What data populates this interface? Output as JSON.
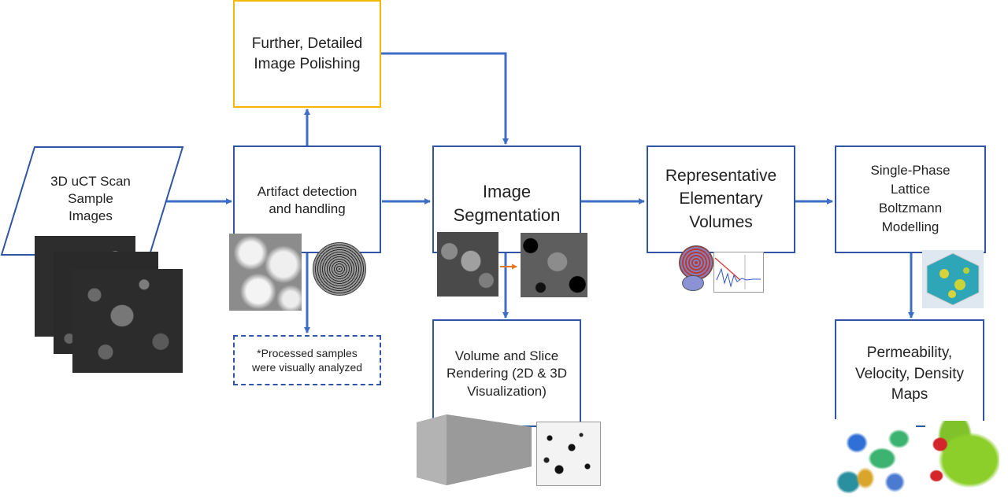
{
  "nodes": {
    "scan": "3D uCT Scan\nSample\nImages",
    "artifact": "Artifact detection\nand handling",
    "polish": "Further, Detailed\nImage Polishing",
    "segmentation": "Image\nSegmentation",
    "rev": "Representative\nElementary\nVolumes",
    "lbm": "Single-Phase\nLattice\nBoltzmann\nModelling",
    "maps": "Permeability,\nVelocity, Density\nMaps",
    "rendering": "Volume and Slice\nRendering (2D & 3D\nVisualization)",
    "note": "*Processed samples\nwere visually analyzed"
  },
  "colors": {
    "flow": "#3f6fc4",
    "border": "#2f55a4",
    "gold": "#f5b800",
    "accent_arrow": "#e87722"
  }
}
